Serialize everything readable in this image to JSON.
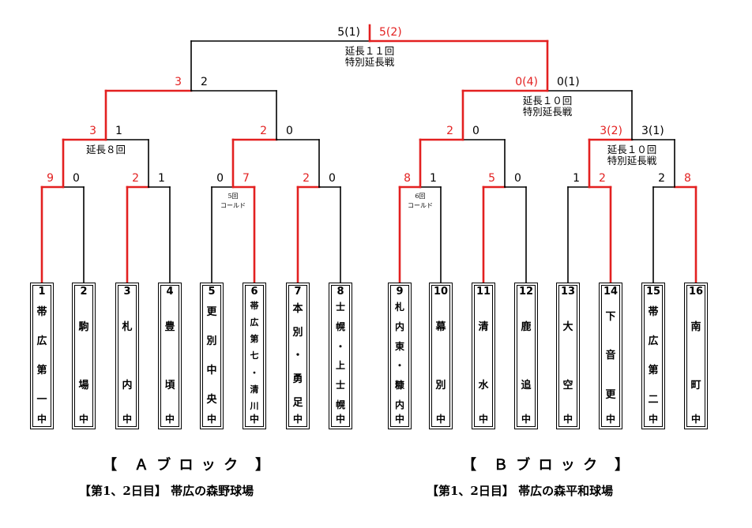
{
  "colors": {
    "winner": "#e32020",
    "loser": "#000000"
  },
  "teams": [
    {
      "num": "1",
      "chars": [
        "帯",
        "広",
        "第",
        "一"
      ],
      "suffix": "中"
    },
    {
      "num": "2",
      "chars": [
        "駒",
        "場"
      ],
      "suffix": "中"
    },
    {
      "num": "3",
      "chars": [
        "札",
        "内"
      ],
      "suffix": "中"
    },
    {
      "num": "4",
      "chars": [
        "豊",
        "頃"
      ],
      "suffix": "中"
    },
    {
      "num": "5",
      "chars": [
        "更",
        "別",
        "中",
        "央"
      ],
      "suffix": "中"
    },
    {
      "num": "6",
      "chars": [
        "帯",
        "広",
        "第",
        "七",
        "・",
        "清",
        "川"
      ],
      "suffix": "中"
    },
    {
      "num": "7",
      "chars": [
        "本",
        "別",
        "・",
        "勇",
        "足"
      ],
      "suffix": "中"
    },
    {
      "num": "8",
      "chars": [
        "士",
        "幌",
        "・",
        "上",
        "士",
        "幌"
      ],
      "suffix": "中"
    },
    {
      "num": "9",
      "chars": [
        "札",
        "内",
        "東",
        "・",
        "糠",
        "内"
      ],
      "suffix": "中"
    },
    {
      "num": "10",
      "chars": [
        "幕",
        "別"
      ],
      "suffix": "中"
    },
    {
      "num": "11",
      "chars": [
        "清",
        "水"
      ],
      "suffix": "中"
    },
    {
      "num": "12",
      "chars": [
        "鹿",
        "追"
      ],
      "suffix": "中"
    },
    {
      "num": "13",
      "chars": [
        "大",
        "空"
      ],
      "suffix": "中"
    },
    {
      "num": "14",
      "chars": [
        "下",
        "音",
        "更"
      ],
      "suffix": "中"
    },
    {
      "num": "15",
      "chars": [
        "帯",
        "広",
        "第",
        "二"
      ],
      "suffix": "中"
    },
    {
      "num": "16",
      "chars": [
        "南",
        "町"
      ],
      "suffix": "中"
    }
  ],
  "matches": {
    "r1": [
      {
        "left_score": "9",
        "right_score": "0",
        "winner": "left"
      },
      {
        "left_score": "2",
        "right_score": "1",
        "winner": "left"
      },
      {
        "left_score": "0",
        "right_score": "7",
        "winner": "right",
        "note": [
          "5回",
          "コールド"
        ]
      },
      {
        "left_score": "2",
        "right_score": "0",
        "winner": "left"
      },
      {
        "left_score": "8",
        "right_score": "1",
        "winner": "left",
        "note": [
          "6回",
          "コールド"
        ]
      },
      {
        "left_score": "5",
        "right_score": "0",
        "winner": "left"
      },
      {
        "left_score": "1",
        "right_score": "2",
        "winner": "right"
      },
      {
        "left_score": "2",
        "right_score": "8",
        "winner": "right"
      }
    ],
    "r2": [
      {
        "left_score": "3",
        "right_score": "1",
        "winner": "left",
        "note": [
          "延長８回"
        ]
      },
      {
        "left_score": "2",
        "right_score": "0",
        "winner": "left"
      },
      {
        "left_score": "2",
        "right_score": "0",
        "winner": "left"
      },
      {
        "left_score": "3(2)",
        "right_score": "3(1)",
        "winner": "left",
        "note": [
          "延長１０回",
          "特別延長戦"
        ]
      }
    ],
    "r3": [
      {
        "left_score": "3",
        "right_score": "2",
        "winner": "left"
      },
      {
        "left_score": "0(4)",
        "right_score": "0(1)",
        "winner": "left",
        "note": [
          "延長１０回",
          "特別延長戦"
        ]
      }
    ],
    "final": {
      "left_score": "5(1)",
      "right_score": "5(2)",
      "winner": "right",
      "note": [
        "延長１１回",
        "特別延長戦"
      ]
    }
  },
  "blocks": {
    "a_title": "【　Ａ ブ ロ ッ ク　】",
    "a_venue": "【第1、2日目】 帯広の森野球場",
    "b_title": "【　Ｂ ブ ロ ッ ク　】",
    "b_venue": "【第1、2日目】 帯広の森平和球場"
  }
}
